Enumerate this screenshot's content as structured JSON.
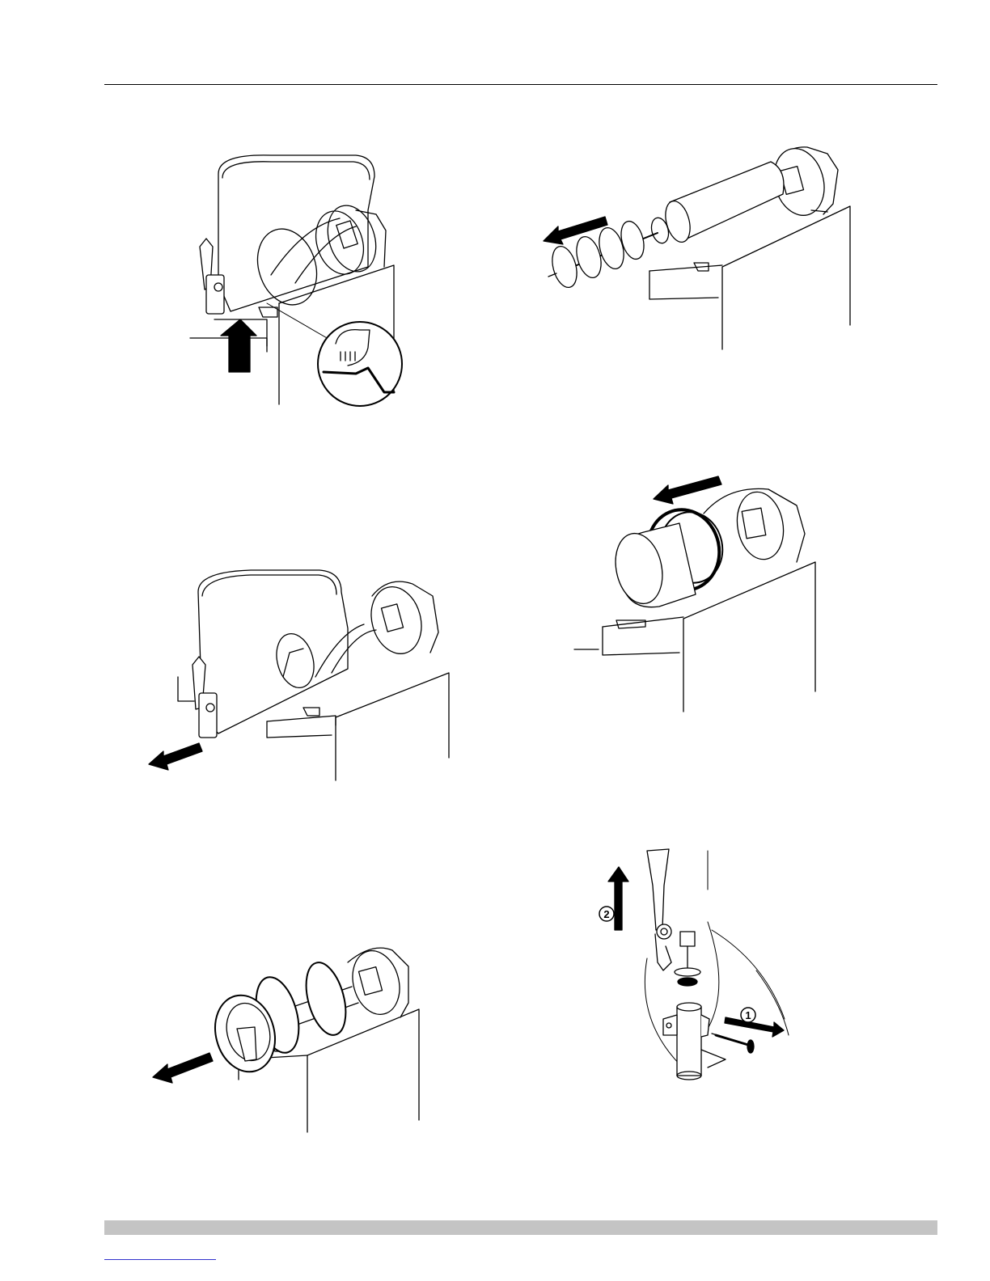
{
  "figures": [
    {
      "id": "fig-1",
      "step": "lift-bowl-front"
    },
    {
      "id": "fig-2",
      "step": "remove-auger"
    },
    {
      "id": "fig-3",
      "step": "slide-bowl-out"
    },
    {
      "id": "fig-4",
      "step": "remove-gasket"
    },
    {
      "id": "fig-5",
      "step": "remove-bowl-auger"
    },
    {
      "id": "fig-6",
      "step": "disassemble-tap",
      "callouts": [
        "1",
        "2"
      ]
    }
  ],
  "colors": {
    "line": "#000000",
    "paper": "#ffffff",
    "footer_bar": "#c4c4c4",
    "link": "#3333cc"
  }
}
